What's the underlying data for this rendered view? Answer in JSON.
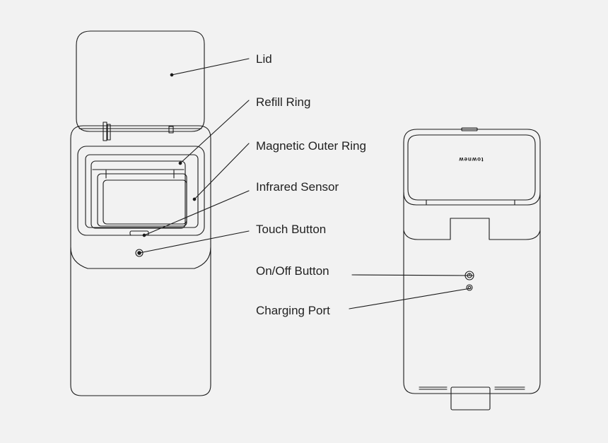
{
  "labels": {
    "lid": "Lid",
    "refill_ring": "Refill Ring",
    "magnetic_outer_ring": "Magnetic Outer Ring",
    "infrared_sensor": "Infrared Sensor",
    "touch_button": "Touch Button",
    "on_off_button": "On/Off Button",
    "charging_port": "Charging Port"
  },
  "brand_text": "townew",
  "colors": {
    "background": "#f2f2f2",
    "line": "#1a1a1a",
    "text": "#222222"
  }
}
